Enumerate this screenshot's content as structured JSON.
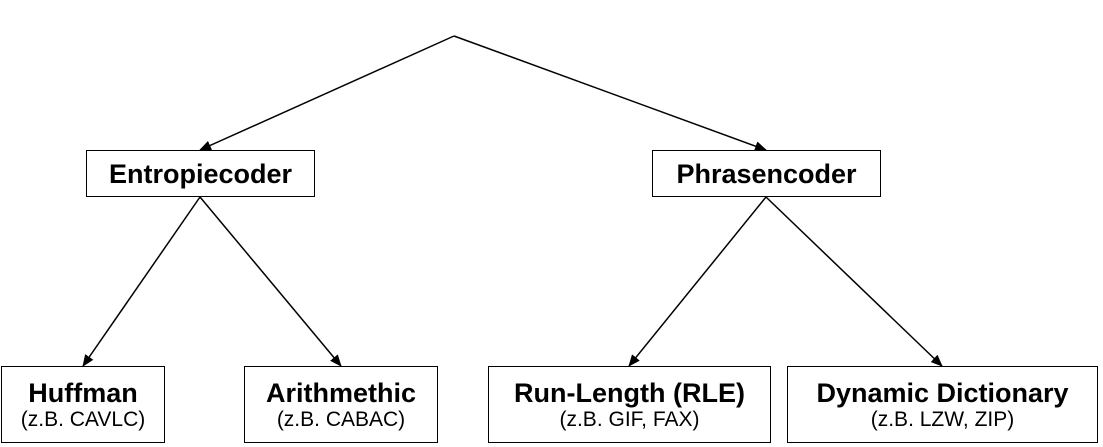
{
  "diagram": {
    "nodes": [
      {
        "id": "entropie",
        "title": "Entropiecoder",
        "subtitle": ""
      },
      {
        "id": "phrasen",
        "title": "Phrasencoder",
        "subtitle": ""
      },
      {
        "id": "huffman",
        "title": "Huffman",
        "subtitle": "(z.B. CAVLC)"
      },
      {
        "id": "arith",
        "title": "Arithmethic",
        "subtitle": "(z.B. CABAC)"
      },
      {
        "id": "rle",
        "title": "Run-Length (RLE)",
        "subtitle": "(z.B. GIF, FAX)"
      },
      {
        "id": "dict",
        "title": "Dynamic Dictionary",
        "subtitle": "(z.B. LZW, ZIP)"
      }
    ],
    "edges": [
      {
        "from": "root",
        "to": "entropie"
      },
      {
        "from": "root",
        "to": "phrasen"
      },
      {
        "from": "entropie",
        "to": "huffman"
      },
      {
        "from": "entropie",
        "to": "arith"
      },
      {
        "from": "phrasen",
        "to": "rle"
      },
      {
        "from": "phrasen",
        "to": "dict"
      }
    ]
  }
}
